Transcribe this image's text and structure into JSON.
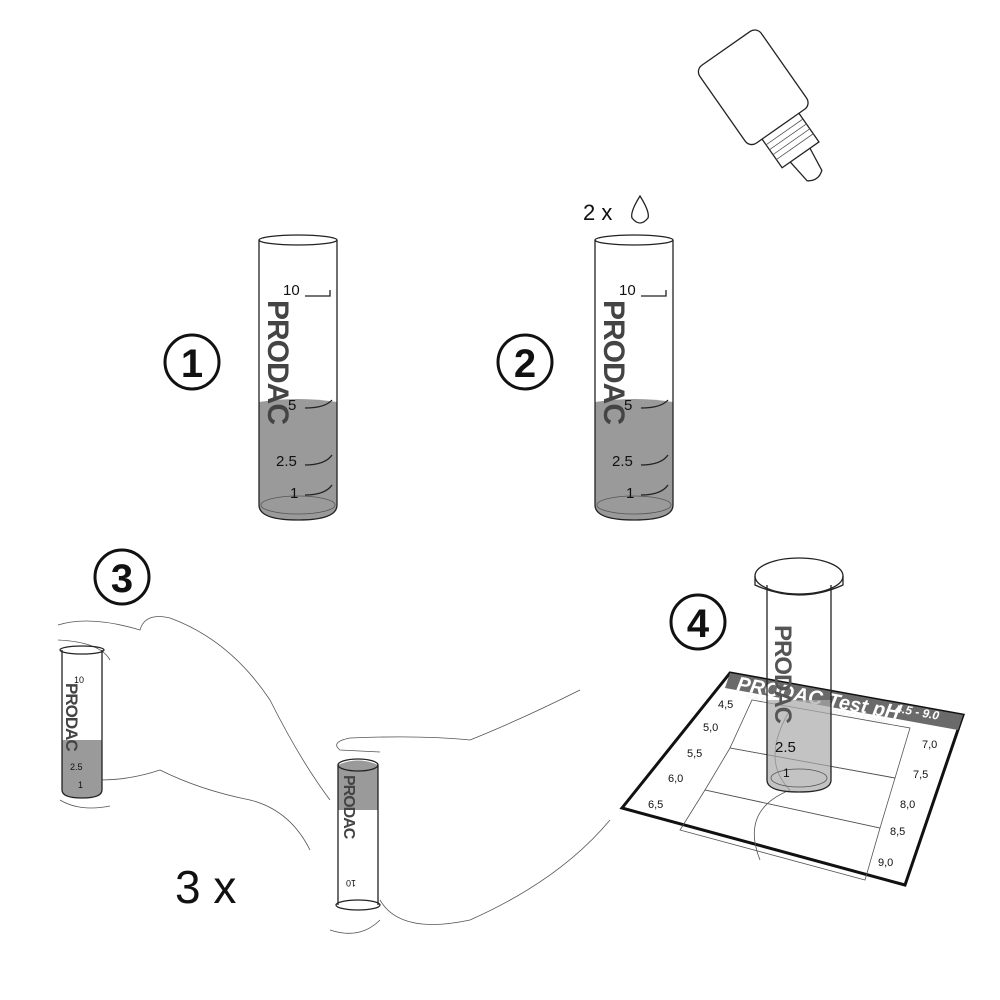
{
  "steps": [
    {
      "number": "1"
    },
    {
      "number": "2"
    },
    {
      "number": "3"
    },
    {
      "number": "4"
    }
  ],
  "tube": {
    "brand": "PRODAC",
    "scale": [
      "10",
      "5",
      "2.5",
      "1"
    ]
  },
  "step2": {
    "drops_label": "2 x"
  },
  "step3": {
    "shake_label": "3 x"
  },
  "chart": {
    "title": "PRODAC Test pH",
    "range": "4.5 - 9.0",
    "subtitle": "SCALA COLORIMETRICA - COLOUR SCALE CHART",
    "left_values": [
      "4,5",
      "5,0",
      "5,5",
      "6,0",
      "6,5"
    ],
    "right_values": [
      "7,0",
      "7,5",
      "8,0",
      "8,5",
      "9,0"
    ]
  },
  "colors": {
    "liquid": "#9a9a9a",
    "ink": "#111111"
  }
}
